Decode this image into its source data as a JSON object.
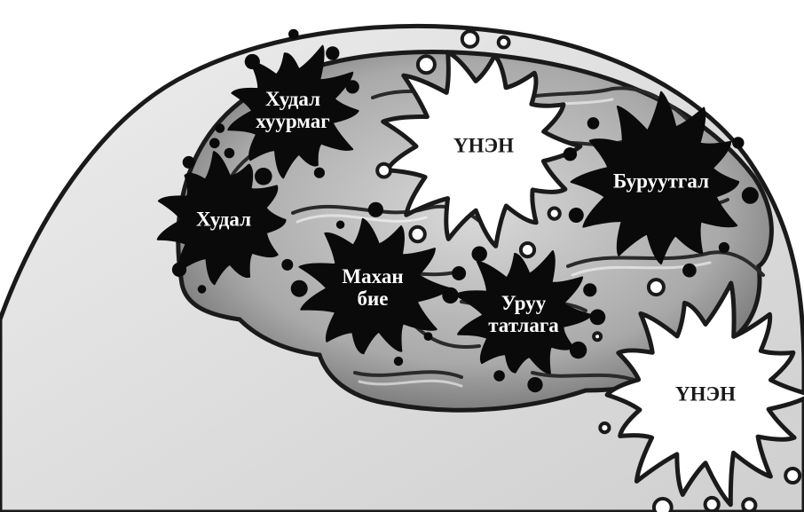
{
  "diagram": {
    "blobs": [
      {
        "id": "khudal-khuurmag",
        "fill": "black",
        "lines": [
          "Худал",
          "хуурмаг"
        ]
      },
      {
        "id": "unen-top",
        "fill": "white",
        "lines": [
          "ҮНЭН"
        ]
      },
      {
        "id": "khudal",
        "fill": "black",
        "lines": [
          "Худал"
        ]
      },
      {
        "id": "buruutgal",
        "fill": "black",
        "lines": [
          "Буруутгал"
        ]
      },
      {
        "id": "makhan-bie",
        "fill": "black",
        "lines": [
          "Махан",
          "бие"
        ]
      },
      {
        "id": "uruu-tatlaga",
        "fill": "black",
        "lines": [
          "Уруу",
          "татлага"
        ]
      },
      {
        "id": "unen-bottom",
        "fill": "white",
        "lines": [
          "ҮНЭН"
        ]
      }
    ]
  },
  "colors": {
    "ink": "#0a0a0a",
    "head_fill": "#e2e2e2",
    "brain_fill": "#bdbdbd",
    "brain_dark": "#7a7a7a",
    "outline": "#1a1a1a"
  }
}
